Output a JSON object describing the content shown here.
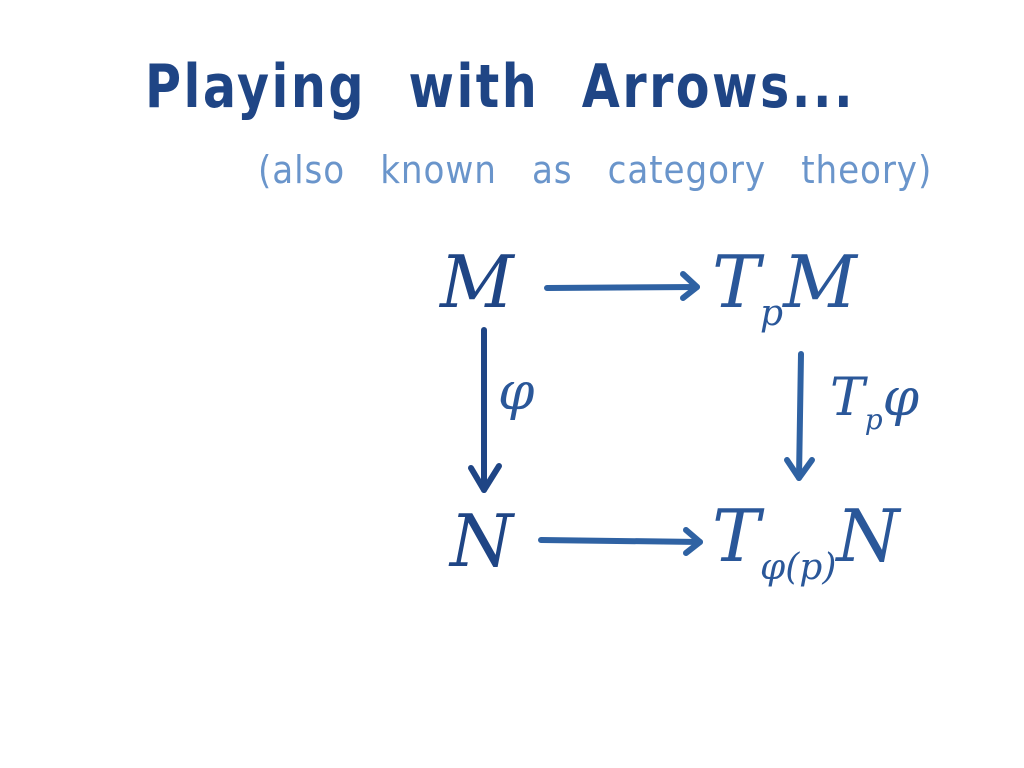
{
  "title": "Playing with Arrows...",
  "subtitle": "(also known as category theory)",
  "diagram": {
    "nodes": {
      "top_left": {
        "main": "M"
      },
      "top_right": {
        "main": "T",
        "sub": "p",
        "after": "M"
      },
      "bottom_left": {
        "main": "N"
      },
      "bottom_right": {
        "main": "T",
        "sub": "φ(p)",
        "after": "N"
      }
    },
    "labels": {
      "left": {
        "main": "φ"
      },
      "right": {
        "main": "T",
        "sub": "p",
        "after": "φ"
      }
    },
    "colors": {
      "title": "#1f4585",
      "subtitle": "#6a95cb",
      "diagram": "#2a5799"
    }
  }
}
